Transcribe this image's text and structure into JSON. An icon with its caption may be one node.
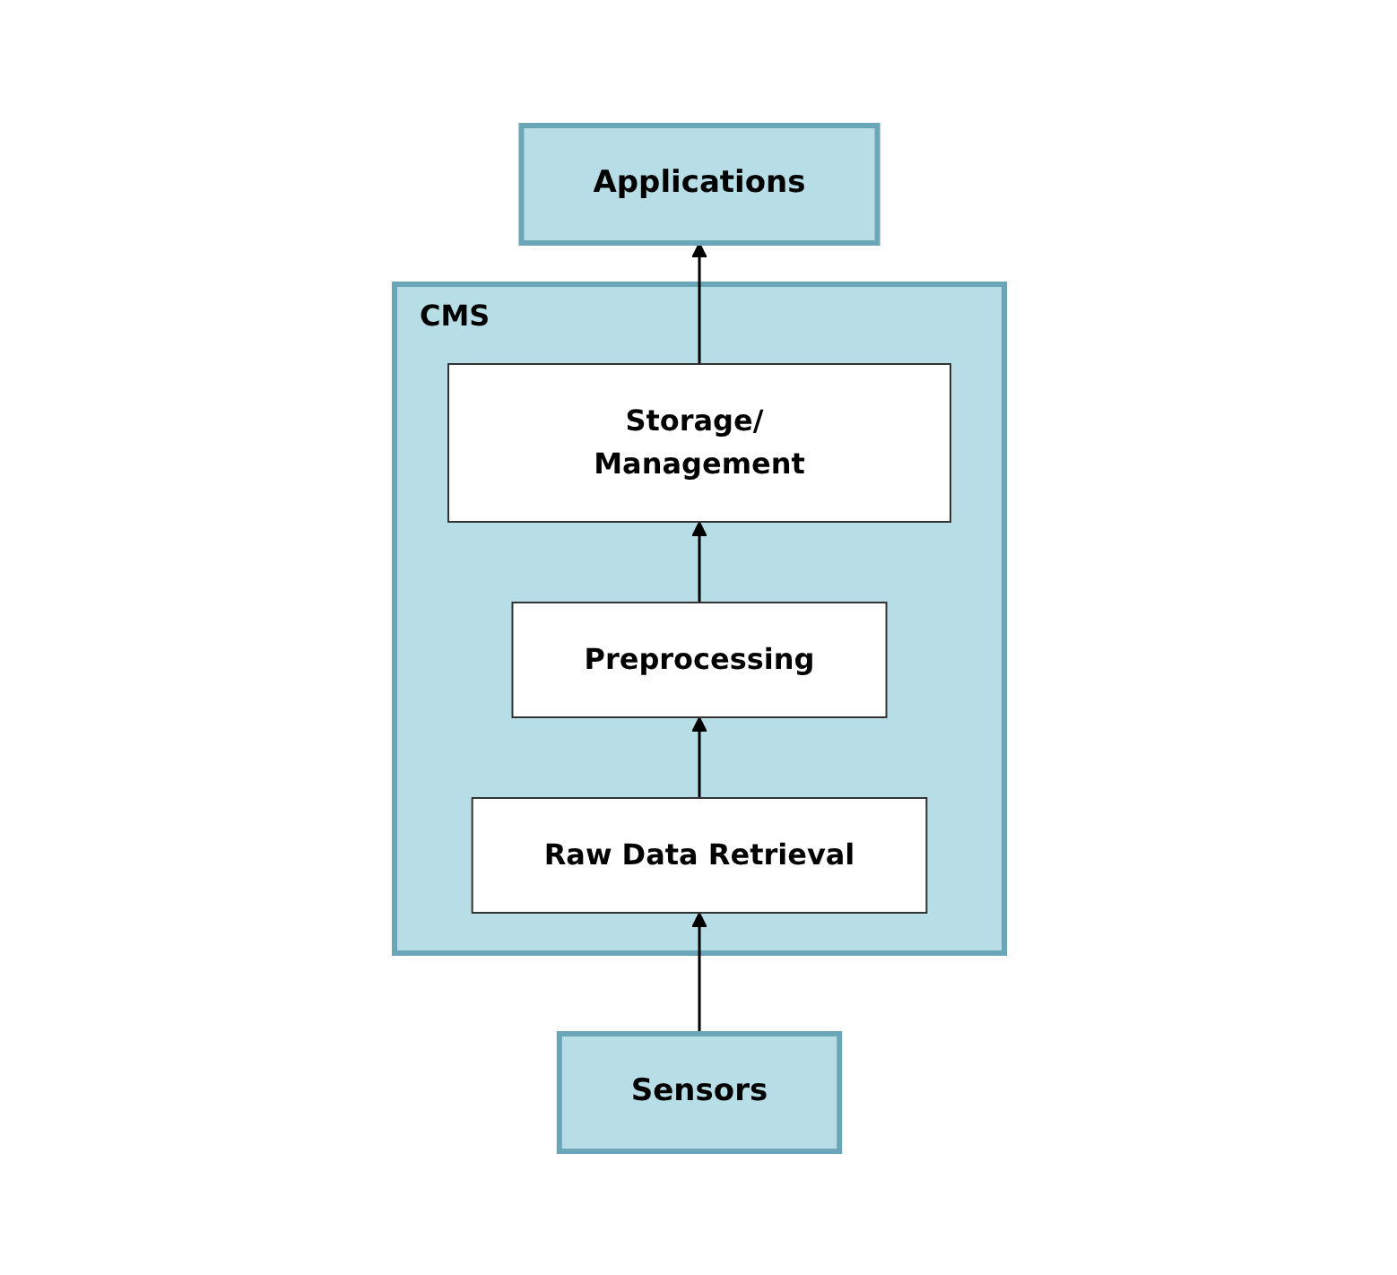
{
  "diagram": {
    "nodes": [
      {
        "text": [
          "Applications"
        ]
      },
      {
        "text": [
          "CMS"
        ]
      },
      {
        "text": [
          "Storage/ Management"
        ],
        "in": 1
      },
      {
        "text": [
          "Preprocessing"
        ],
        "in": 1
      },
      {
        "text": [
          "Raw Data Retrieval"
        ],
        "in": 1
      },
      {
        "text": [
          "Sensors"
        ]
      }
    ],
    "edges": [
      {
        "from": 5,
        "to": 4,
        "arrow": "to"
      },
      {
        "from": 4,
        "to": 3,
        "arrow": "to"
      },
      {
        "from": 3,
        "to": 2,
        "arrow": "to"
      },
      {
        "from": 2,
        "to": 0,
        "arrow": "to"
      }
    ]
  }
}
